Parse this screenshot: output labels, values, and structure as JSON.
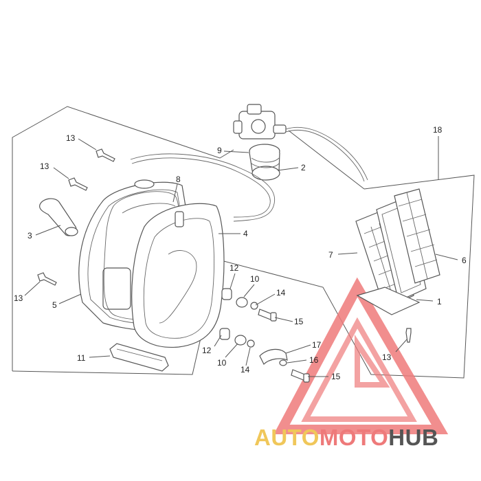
{
  "callouts": {
    "c1": "1",
    "c2": "2",
    "c3": "3",
    "c4": "4",
    "c5": "5",
    "c6": "6",
    "c7": "7",
    "c8": "8",
    "c9": "9",
    "c10a": "10",
    "c10b": "10",
    "c11": "11",
    "c12a": "12",
    "c12b": "12",
    "c13a": "13",
    "c13b": "13",
    "c13c": "13",
    "c13d": "13",
    "c14a": "14",
    "c14b": "14",
    "c15a": "15",
    "c15b": "15",
    "c16": "16",
    "c17": "17",
    "c18": "18"
  },
  "watermark": {
    "part1": "AUTO",
    "part2": "MOTO",
    "part3": "HUB",
    "color_light": "#f0c75a",
    "color_red": "#ee7a7a",
    "color_dark": "#555555"
  }
}
